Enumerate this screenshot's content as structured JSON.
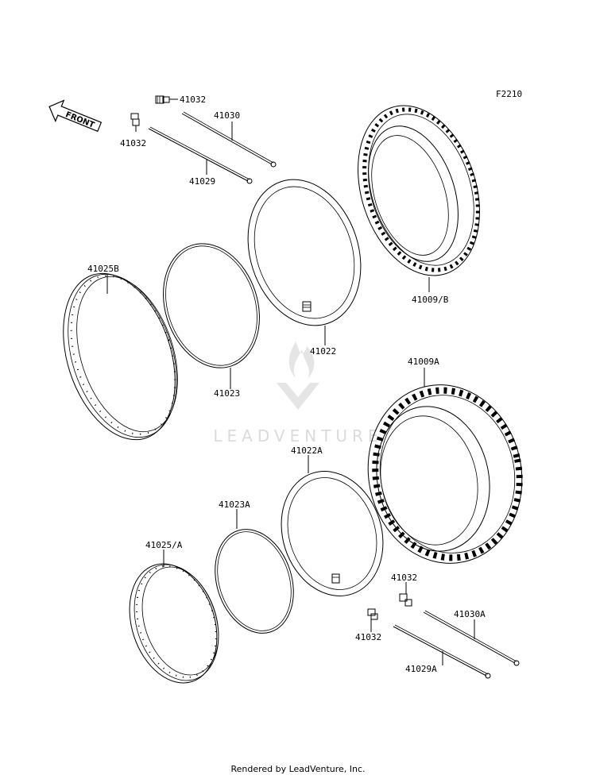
{
  "figure_code": "F2210",
  "front_label": "FRONT",
  "watermark": "LEADVENTURE",
  "footer": "Rendered by LeadVenture, Inc.",
  "labels": {
    "valve_top_right": "41032",
    "valve_top_left": "41032",
    "spoke_top_a": "41030",
    "spoke_top_b": "41029",
    "rim_top": "41025B",
    "rim_band_top": "41023",
    "tube_top": "41022",
    "tire_top": "41009/B",
    "tire_bottom": "41009A",
    "tube_bottom": "41022A",
    "rim_band_bottom": "41023A",
    "rim_bottom": "41025/A",
    "valve_bottom_right": "41032",
    "valve_bottom_left": "41032",
    "spoke_bottom_a": "41030A",
    "spoke_bottom_b": "41029A"
  }
}
